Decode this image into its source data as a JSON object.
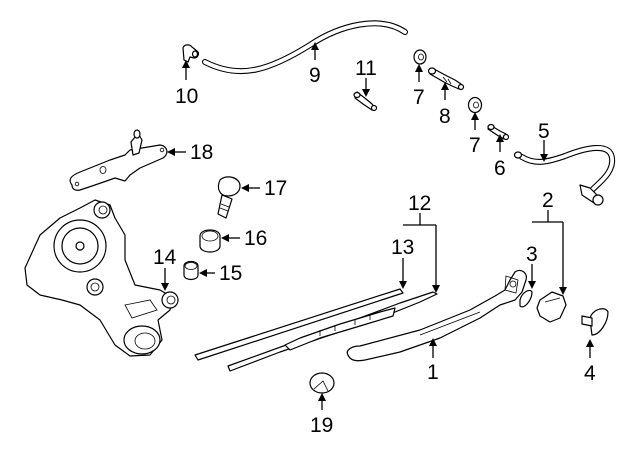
{
  "diagram": {
    "title": "Rear wiper and washer components exploded view",
    "line_color": "#000000",
    "background": "#ffffff",
    "callouts": [
      {
        "id": "c1",
        "label": "1",
        "part": "wiper-arm"
      },
      {
        "id": "c2a",
        "label": "2",
        "part": "wiper-blade-assembly-group"
      },
      {
        "id": "c2b",
        "label": "2",
        "part": "arm-cap-group"
      },
      {
        "id": "c3",
        "label": "3",
        "part": "cap-gasket"
      },
      {
        "id": "c4",
        "label": "4",
        "part": "arm-cover-cap"
      },
      {
        "id": "c5",
        "label": "5",
        "part": "washer-hose-rear"
      },
      {
        "id": "c6",
        "label": "6",
        "part": "hose-connector-small"
      },
      {
        "id": "c7a",
        "label": "7",
        "part": "grommet-upper"
      },
      {
        "id": "c7b",
        "label": "7",
        "part": "grommet-lower"
      },
      {
        "id": "c8",
        "label": "8",
        "part": "check-valve"
      },
      {
        "id": "c9",
        "label": "9",
        "part": "washer-hose-main"
      },
      {
        "id": "c10",
        "label": "10",
        "part": "hose-elbow"
      },
      {
        "id": "c11",
        "label": "11",
        "part": "hose-joint"
      },
      {
        "id": "c12",
        "label": "12",
        "part": "wiper-blade"
      },
      {
        "id": "c13",
        "label": "13",
        "part": "blade-refill"
      },
      {
        "id": "c14",
        "label": "14",
        "part": "motor-mount-bushing"
      },
      {
        "id": "c15",
        "label": "15",
        "part": "spacer-collar"
      },
      {
        "id": "c16",
        "label": "16",
        "part": "grommet-rubber"
      },
      {
        "id": "c17",
        "label": "17",
        "part": "mounting-bolt"
      },
      {
        "id": "c18",
        "label": "18",
        "part": "pivot-bracket"
      },
      {
        "id": "c19",
        "label": "19",
        "part": "pivot-cap"
      }
    ]
  }
}
